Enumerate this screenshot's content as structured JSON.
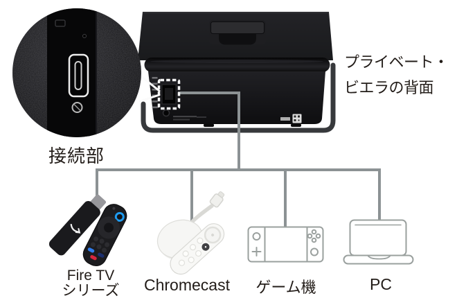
{
  "labels": {
    "connector_closeup": "接続部",
    "device_back_line1": "プライベート・",
    "device_back_line2": "ビエラの背面"
  },
  "devices": [
    {
      "id": "fire-tv",
      "label_line1": "Fire TV",
      "label_line2": "シリーズ",
      "icon": "fire-tv-stick-photo"
    },
    {
      "id": "chromecast",
      "label": "Chromecast",
      "icon": "chromecast-photo"
    },
    {
      "id": "game-console",
      "label": "ゲーム機",
      "icon": "game-console-outline-icon"
    },
    {
      "id": "pc",
      "label": "PC",
      "icon": "laptop-outline-icon"
    }
  ],
  "colors": {
    "connection_line": "#8c9294",
    "icon_outline": "#9aa09e",
    "label_text": "#221c18",
    "callout_white": "#f5f5f5",
    "alexa_blue": "#1e9bf0",
    "prime_blue": "#2f7ceb",
    "netflix_red": "#d7263d"
  }
}
